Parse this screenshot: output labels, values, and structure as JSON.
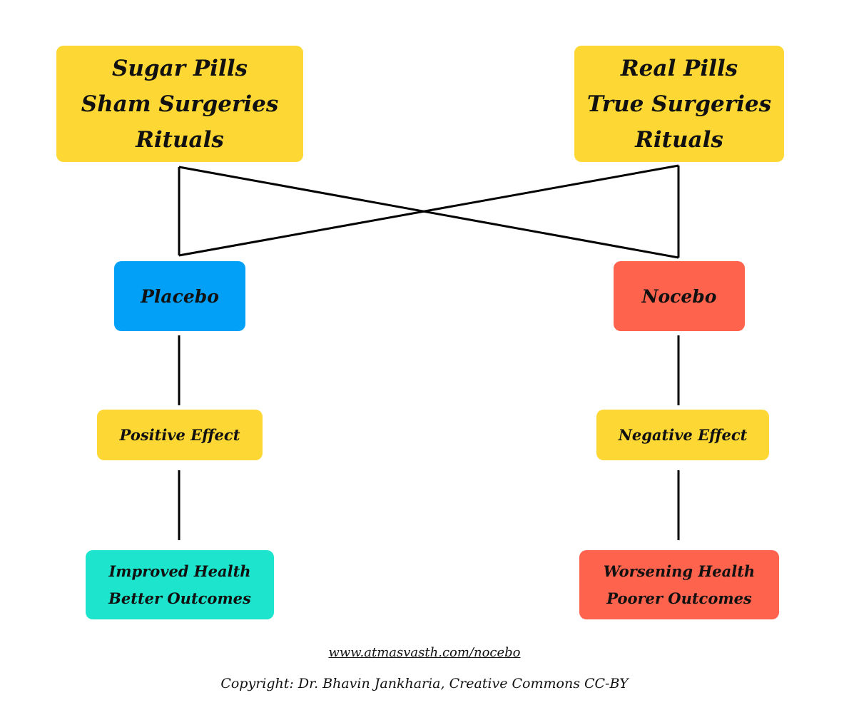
{
  "colors": {
    "yellow": "#fdd835",
    "blue": "#03a0f8",
    "red": "#fe634e",
    "teal": "#1de4cc",
    "line": "#000000"
  },
  "left": {
    "source": [
      "Sugar Pills",
      "Sham Surgeries",
      "Rituals"
    ],
    "effect_type": "Placebo",
    "effect": "Positive Effect",
    "outcome": [
      "Improved Health",
      "Better Outcomes"
    ]
  },
  "right": {
    "source": [
      "Real Pills",
      "True Surgeries",
      "Rituals"
    ],
    "effect_type": "Nocebo",
    "effect": "Negative Effect",
    "outcome": [
      "Worsening Health",
      "Poorer Outcomes"
    ]
  },
  "footer": {
    "url": "www.atmasvasth.com/nocebo",
    "copyright": "Copyright: Dr. Bhavin Jankharia, Creative Commons CC-BY"
  }
}
